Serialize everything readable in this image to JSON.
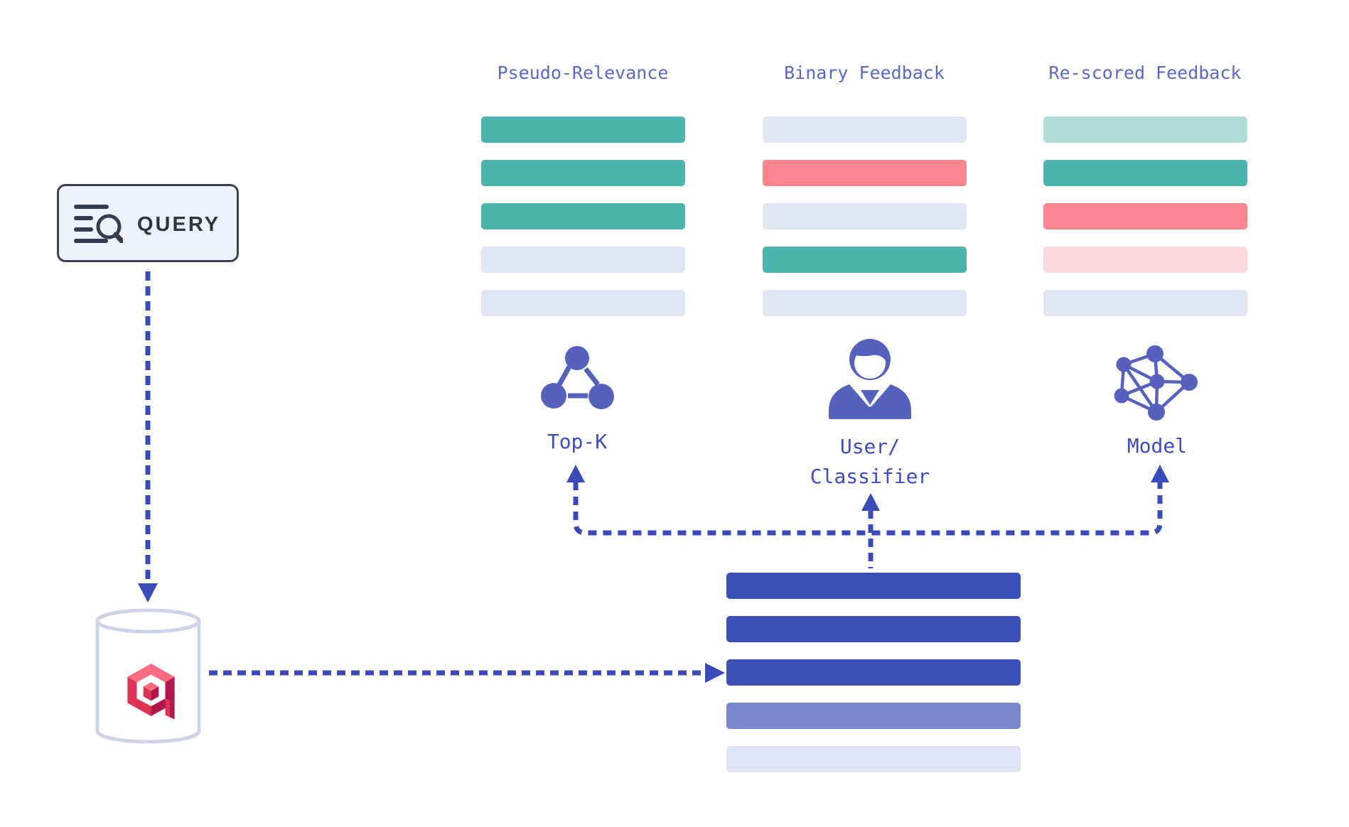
{
  "query": {
    "label": "QUERY"
  },
  "result_lists": {
    "pseudo": {
      "title": "Pseudo-Relevance",
      "bars": [
        "relevant",
        "relevant",
        "relevant",
        "neutral",
        "neutral"
      ]
    },
    "binary": {
      "title": "Binary Feedback",
      "bars": [
        "neutral",
        "negative",
        "neutral",
        "relevant",
        "neutral"
      ]
    },
    "rescored": {
      "title": "Re-scored Feedback",
      "bars": [
        "relevant_faded",
        "relevant",
        "negative",
        "negative_faded",
        "neutral"
      ]
    }
  },
  "retrieved_stack": {
    "bars": [
      "primary",
      "primary",
      "primary",
      "secondary",
      "faded"
    ]
  },
  "labels": {
    "topk": "Top-K",
    "user_line1": "User/",
    "user_line2": "Classifier",
    "model": "Model"
  },
  "icons": {
    "query": "search-list-icon",
    "database": "database-cylinder-icon",
    "logo": "qdrant-logo",
    "topk": "cluster-icon",
    "user": "person-icon",
    "model": "neural-network-icon"
  },
  "bar_colors": {
    "relevant": "#4CB4AC",
    "neutral": "#E0E6F3",
    "negative": "#FD8590",
    "relevant_faded": "#B2DCD6",
    "negative_faded": "#FBD7DE",
    "primary": "#3D50B5",
    "secondary": "#7B87CE",
    "faded": "#DEE4F4"
  },
  "palette": {
    "heading_text": "#5A68C6",
    "label_text": "#3D4CC0",
    "arrow": "#3A4BB9",
    "icon": "#5561BC",
    "query_border": "#3A4154",
    "query_fill": "#EEF1FA",
    "query_text": "#2E3545",
    "cylinder_stroke": "#CDD4EA",
    "logo_light": "#FF6B81",
    "logo_bright": "#DC3355",
    "logo_dark": "#B2164B"
  }
}
